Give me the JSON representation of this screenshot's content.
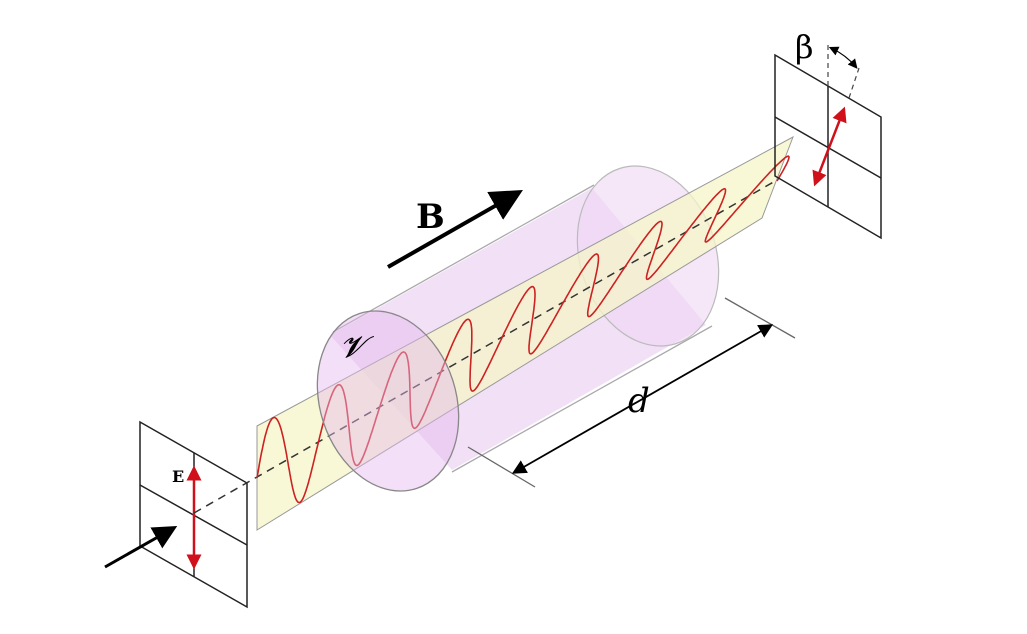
{
  "diagram": {
    "labels": {
      "field": "E",
      "magnetic_field": "B",
      "verdet": "𝓥",
      "length": "d",
      "rotation_angle": "β"
    },
    "colors": {
      "wave": "#cc2222",
      "polarization_arrow": "#d0101a",
      "ribbon": "#f6f5c8",
      "cylinder": "#e8c6f0"
    },
    "wave": {
      "cycles": 8.5,
      "rotation_deg": 22
    }
  }
}
